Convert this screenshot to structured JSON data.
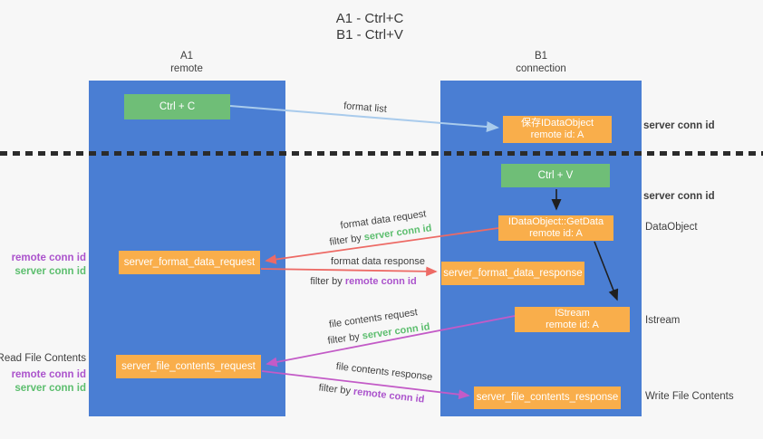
{
  "title": {
    "line1": "A1 - Ctrl+C",
    "line2": "B1 - Ctrl+V"
  },
  "lanes": {
    "left": {
      "name": "A1",
      "subtitle": "remote"
    },
    "right": {
      "name": "B1",
      "subtitle": "connection"
    }
  },
  "nodes": {
    "ctrl_c": {
      "label": "Ctrl + C"
    },
    "save_idataobject": {
      "line1": "保存IDataObject",
      "line2": "remote id: A"
    },
    "ctrl_v": {
      "label": "Ctrl + V"
    },
    "getdata": {
      "line1": "IDataObject::GetData",
      "line2": "remote id: A"
    },
    "format_request": {
      "label": "server_format_data_request"
    },
    "format_response": {
      "label": "server_format_data_response"
    },
    "istream": {
      "line1": "IStream",
      "line2": "remote id: A"
    },
    "file_request": {
      "label": "server_file_contents_request"
    },
    "file_response": {
      "label": "server_file_contents_response"
    }
  },
  "arrow_labels": {
    "format_list": "format list",
    "format_data_request": "format data request",
    "format_data_response": "format data response",
    "file_contents_request": "file contents request",
    "file_contents_response": "file contents response",
    "filter_by": "filter by"
  },
  "side_labels": {
    "server_conn_id": "server conn id",
    "remote_conn_id": "remote conn id",
    "dataobject": "DataObject",
    "istream": "Istream",
    "read_file_contents": "Read File Contents",
    "write_file_contents": "Write File Contents"
  },
  "colors": {
    "background": "#F7F7F7",
    "lane_blue": "#4A7ED3",
    "node_orange": "#F9AE4B",
    "node_green": "#6FBE77",
    "arrow_blue": "#A9CBEC",
    "arrow_red": "#ED6A65",
    "arrow_magenta": "#C35BC7",
    "arrow_black": "#1F1F1F",
    "text_green": "#5CBE6E",
    "text_purple": "#AB53CC",
    "text_dark": "#3F3F3F"
  }
}
